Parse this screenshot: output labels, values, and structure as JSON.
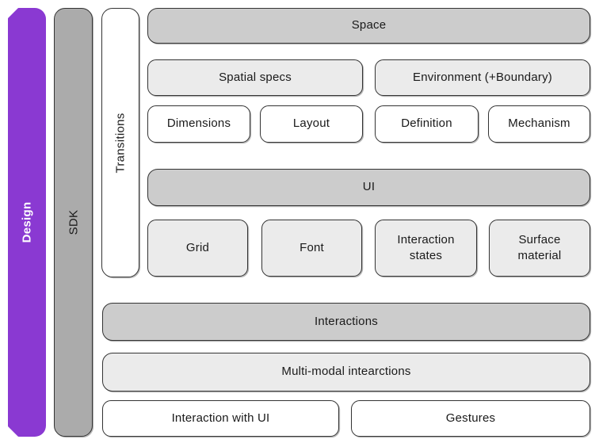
{
  "colors": {
    "design_purple": "#8a39d2",
    "sdk_gray": "#ababab",
    "header_gray": "#cccccc",
    "subgroup_gray": "#ebebeb",
    "box_white": "#ffffff",
    "border": "#333333",
    "text": "#1a1a1a",
    "design_text": "#ffffff"
  },
  "bars": {
    "design": "Design",
    "sdk": "SDK",
    "transitions": "Transitions"
  },
  "space_section": {
    "header": "Space",
    "spatial_specs": "Spatial specs",
    "environment": "Environment (+Boundary)",
    "dimensions": "Dimensions",
    "layout": "Layout",
    "definition": "Definition",
    "mechanism": "Mechanism"
  },
  "ui_section": {
    "header": "UI",
    "grid": "Grid",
    "font": "Font",
    "interaction_states": "Interaction states",
    "surface_material": "Surface material"
  },
  "interactions_section": {
    "header": "Interactions",
    "multimodal": "Multi-modal intearctions",
    "interaction_with_ui": "Interaction with UI",
    "gestures": "Gestures"
  }
}
